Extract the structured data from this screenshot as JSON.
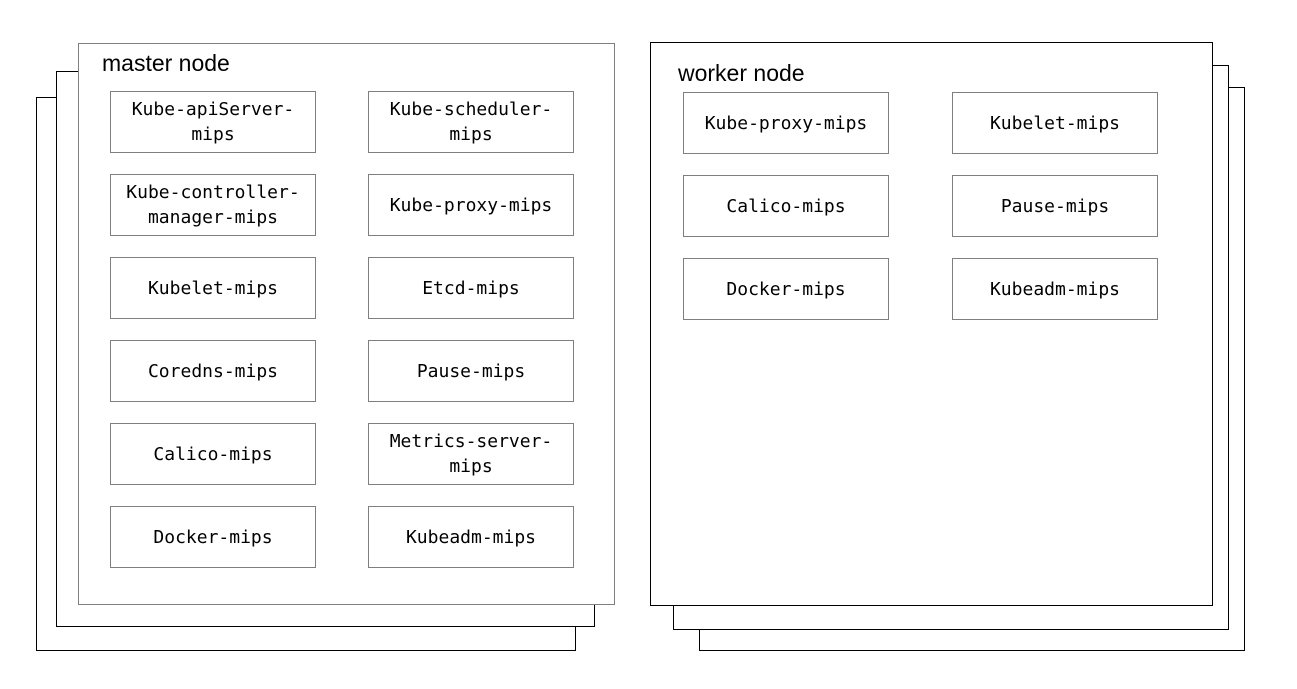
{
  "master": {
    "title": "master node",
    "components": [
      "Kube-apiServer-\nmips",
      "Kube-scheduler-\nmips",
      "Kube-controller-\nmanager-mips",
      "Kube-proxy-mips",
      "Kubelet-mips",
      "Etcd-mips",
      "Coredns-mips",
      "Pause-mips",
      "Calico-mips",
      "Metrics-server-\nmips",
      "Docker-mips",
      "Kubeadm-mips"
    ]
  },
  "worker": {
    "title": "worker node",
    "components": [
      "Kube-proxy-mips",
      "Kubelet-mips",
      "Calico-mips",
      "Pause-mips",
      "Docker-mips",
      "Kubeadm-mips"
    ]
  },
  "colors": {
    "background": "#ffffff",
    "text": "#000000",
    "worker_node_border": "#000000",
    "master_node_border": "#808080",
    "stack_layer_border": "#000000",
    "component_border": "#7f7f7f"
  }
}
